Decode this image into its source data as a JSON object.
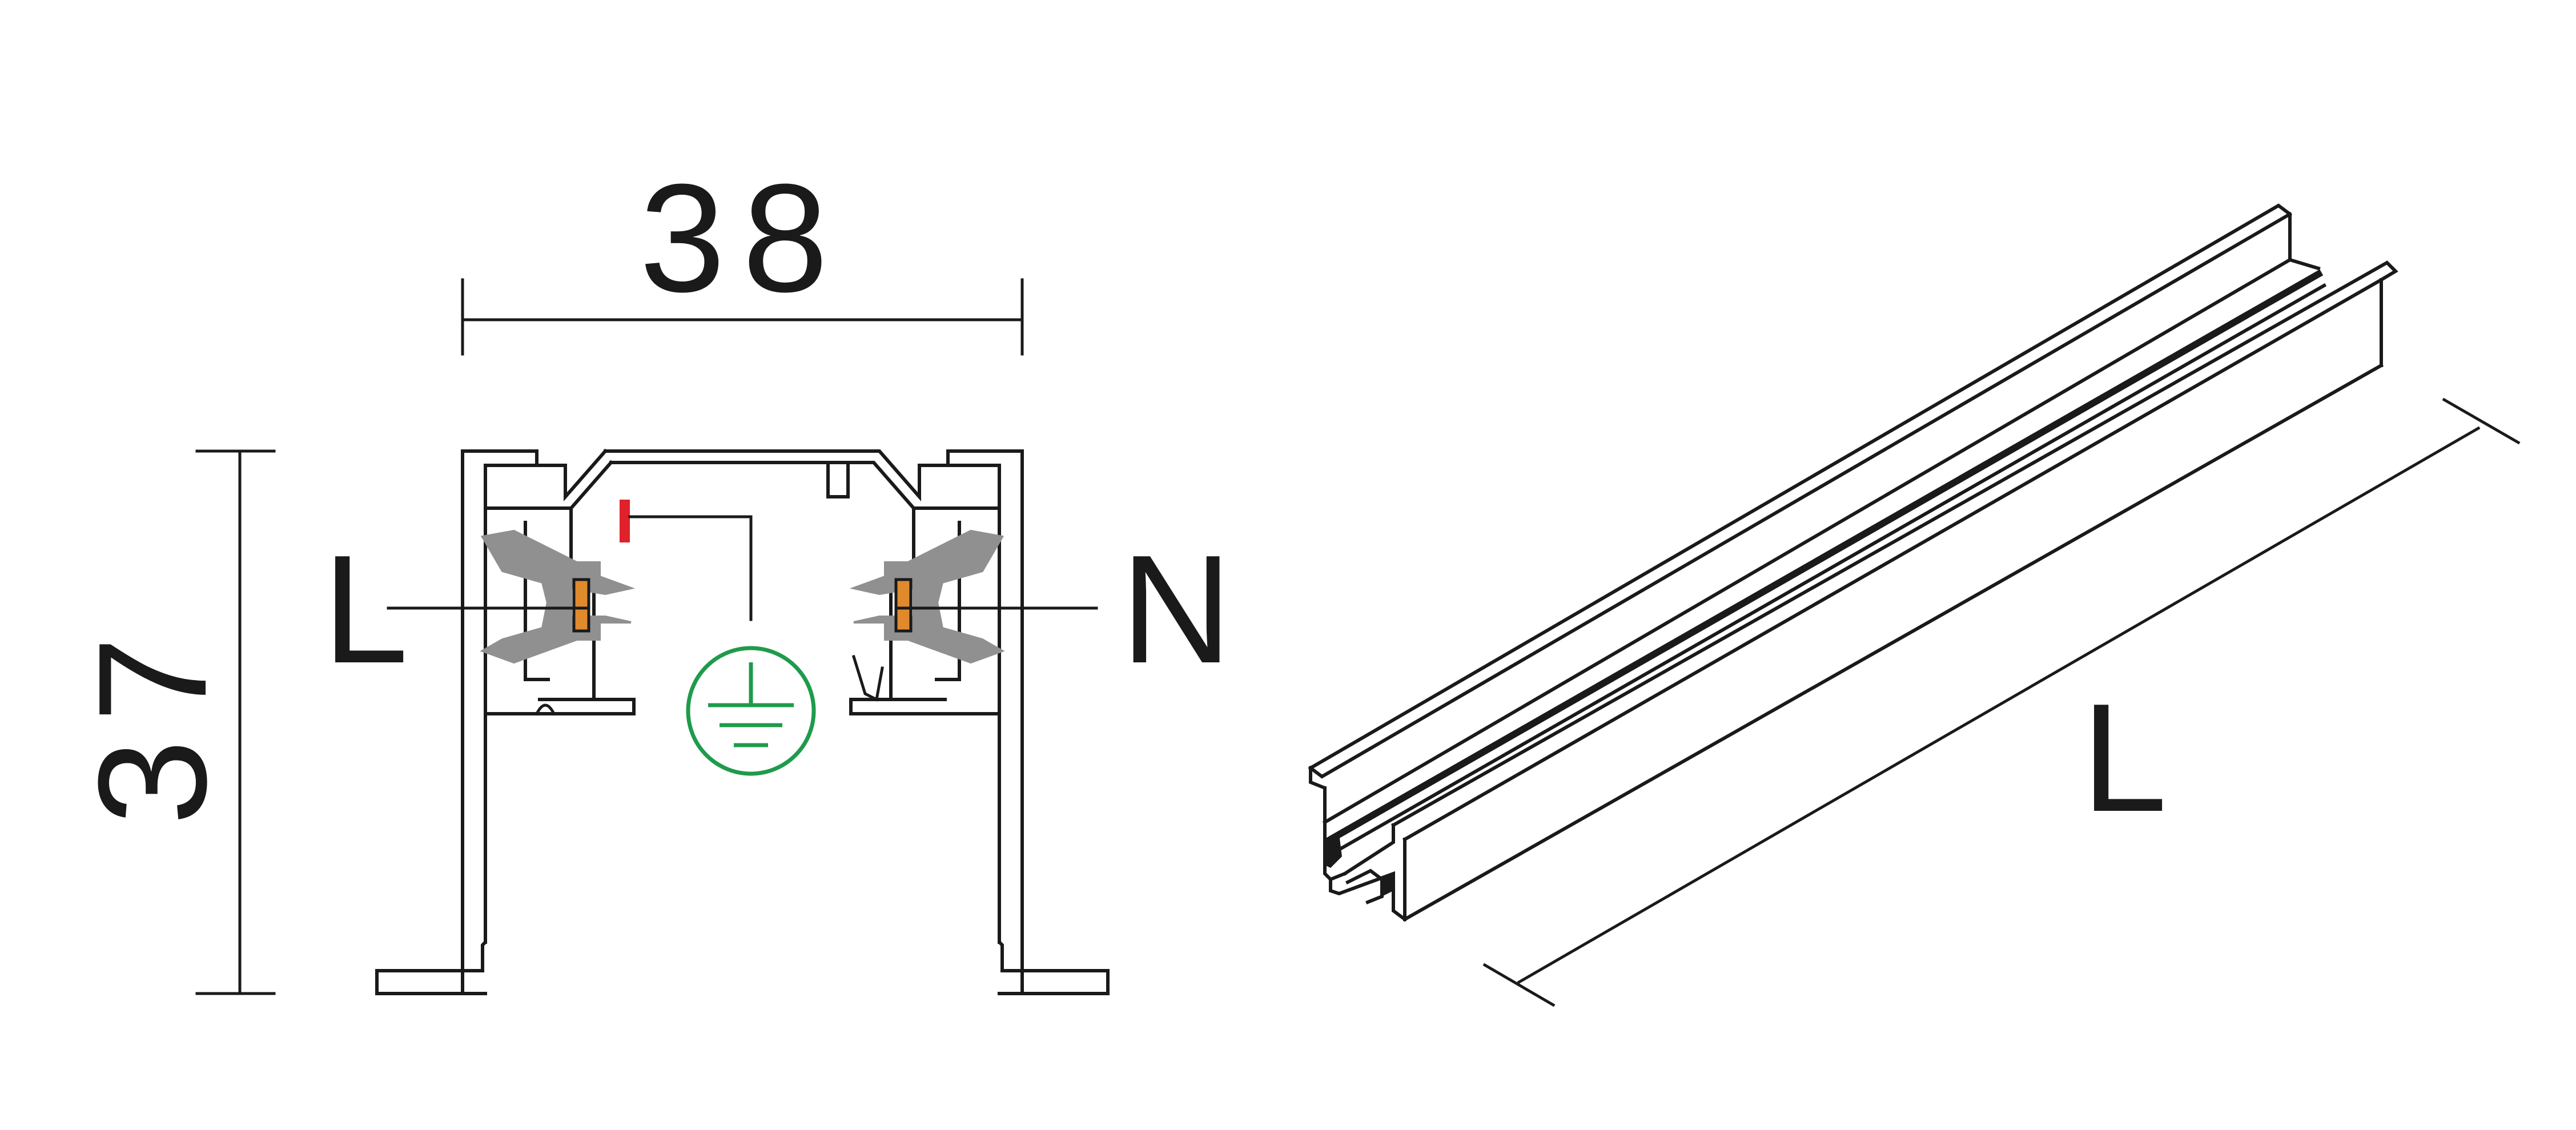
{
  "cross_section": {
    "width_dimension": "38",
    "height_dimension": "37",
    "label_live": "L",
    "label_neutral": "N",
    "ground_symbol": "earth-ground-icon"
  },
  "rail_view": {
    "length_label": "L"
  },
  "colors": {
    "outline": "#1a1a1a",
    "insulator_gray": "#909090",
    "conductor_orange": "#e08a2e",
    "earth_green": "#1e9b4b",
    "marker_red": "#e0202a"
  }
}
